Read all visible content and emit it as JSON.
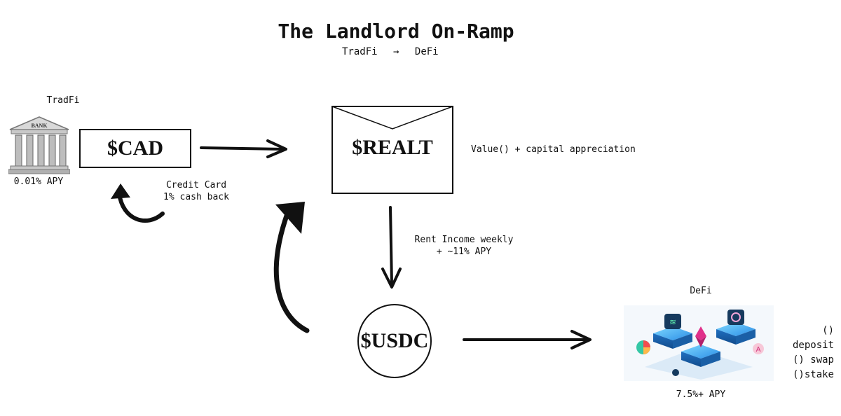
{
  "title": "The Landlord On-Ramp",
  "subtitle": {
    "from": "TradFi",
    "arrow": "→",
    "to": "DeFi"
  },
  "bank": {
    "heading": "TradFi",
    "sign": "BANK",
    "apy": "0.01% APY"
  },
  "cad": {
    "label": "$CAD"
  },
  "credit_card": {
    "line1": "Credit Card",
    "line2": "1% cash back"
  },
  "realt": {
    "label": "$REALT",
    "note": "Value() + capital appreciation"
  },
  "rent": {
    "line1": "Rent Income weekly",
    "line2": "+ ~11% APY"
  },
  "usdc": {
    "label": "$USDC"
  },
  "defi": {
    "heading": "DeFi",
    "apy": "7.5%+ APY",
    "actions": [
      "() deposit",
      "() swap",
      "()stake"
    ]
  }
}
